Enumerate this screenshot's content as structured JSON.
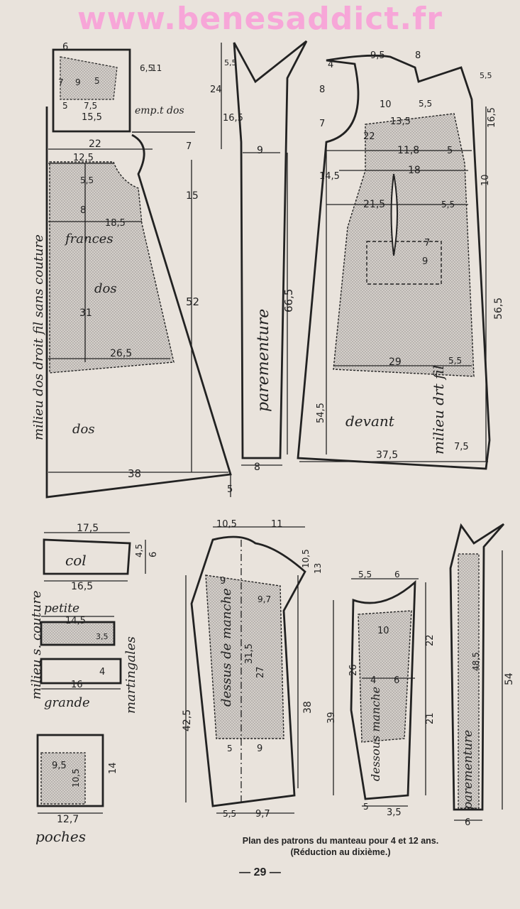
{
  "header": {
    "watermark": "www.benesaddict.fr"
  },
  "labels": {
    "emp_dos": "emp.t dos",
    "milieu_dos": "milieu dos droit fil sans couture",
    "frances": "frances",
    "dos_inner": "dos",
    "dos_outer": "dos",
    "parementure": "parementure",
    "devant": "devant",
    "milieu_dt_fil": "milieu drt fil",
    "col": "col",
    "milieu_s_couture": "milieu s. couture",
    "petite": "petite",
    "grande": "grande",
    "martingales": "martingales",
    "poches": "poches",
    "dessus_de_manche": "dessus de manche",
    "dessous_manche": "dessous manche",
    "parementure2": "parementure"
  },
  "measurements": {
    "a6": "6",
    "a7": "7",
    "a9": "9",
    "a5": "5",
    "a6_5": "6,5",
    "a11": "11",
    "a5b": "5",
    "a7_5": "7,5",
    "a15_5": "15,5",
    "a22": "22",
    "a7b": "7",
    "a12_5": "12,5",
    "a5_5": "5,5",
    "a15": "15",
    "a8": "8",
    "a18_5": "18,5",
    "a31": "31",
    "a52": "52",
    "a26_5": "26,5",
    "a38": "38",
    "a5c": "5",
    "p24": "24",
    "p5_5": "5,5",
    "p16_5": "16,5",
    "p9": "9",
    "p66_5": "66,5",
    "p8": "8",
    "d4": "4",
    "d9_5": "9,5",
    "d8": "8",
    "d8b": "8",
    "d10": "10",
    "d5_5": "5,5",
    "d7": "7",
    "d13_5": "13,5",
    "d22": "22",
    "d11_8": "11,8",
    "d5": "5",
    "d14_5": "14,5",
    "d18": "18",
    "d21_5": "21,5",
    "d5_5b": "5,5",
    "d7b": "7",
    "d9b": "9",
    "d29": "29",
    "d5_5c": "5,5",
    "d54_5": "54,5",
    "d37_5": "37,5",
    "d7_5": "7,5",
    "d5_5r": "5,5",
    "d16_5": "16,5",
    "d10r": "10",
    "d56_5": "56,5",
    "c17_5": "17,5",
    "c4_5": "4,5",
    "c6": "6",
    "c16_5": "16,5",
    "m14_5": "14,5",
    "m3_5": "3,5",
    "m4": "4",
    "m16": "16",
    "k9_5": "9,5",
    "k10_5": "10,5",
    "k14": "14",
    "k12_7": "12,7",
    "s10_5": "10,5",
    "s11": "11",
    "s9": "9",
    "s9_7": "9,7",
    "s10_5b": "10,5",
    "s13": "13",
    "s31_5": "31,5",
    "s27": "27",
    "s42_5": "42,5",
    "s38": "38",
    "s5": "5",
    "s9b": "9",
    "s5_5": "5,5",
    "s9_7b": "9,7",
    "u5_5": "5,5",
    "u6": "6",
    "u10": "10",
    "u26": "26",
    "u4": "4",
    "u6b": "6",
    "u22": "22",
    "u39": "39",
    "u21": "21",
    "u5": "5",
    "u3_5": "3,5",
    "v48_5": "48,5",
    "v54": "54",
    "v6": "6"
  },
  "caption": {
    "line1": "Plan des patrons du manteau pour 4 et 12 ans.",
    "line2": "(Réduction au dixième.)"
  },
  "page_number": "— 29 —"
}
